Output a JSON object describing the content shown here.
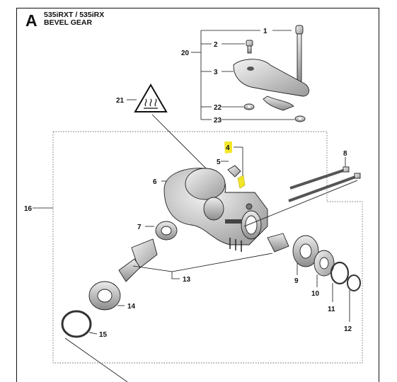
{
  "header": {
    "section_letter": "A",
    "model_line": "535iRXT / 535iRX",
    "title_line": "BEVEL GEAR"
  },
  "callouts": [
    "1",
    "2",
    "3",
    "4",
    "5",
    "6",
    "7",
    "8",
    "9",
    "10",
    "11",
    "12",
    "13",
    "14",
    "15",
    "16",
    "20",
    "21",
    "22",
    "23"
  ],
  "highlight_color": "#f2e629",
  "warning_icon": "hot-surface-warning-icon"
}
